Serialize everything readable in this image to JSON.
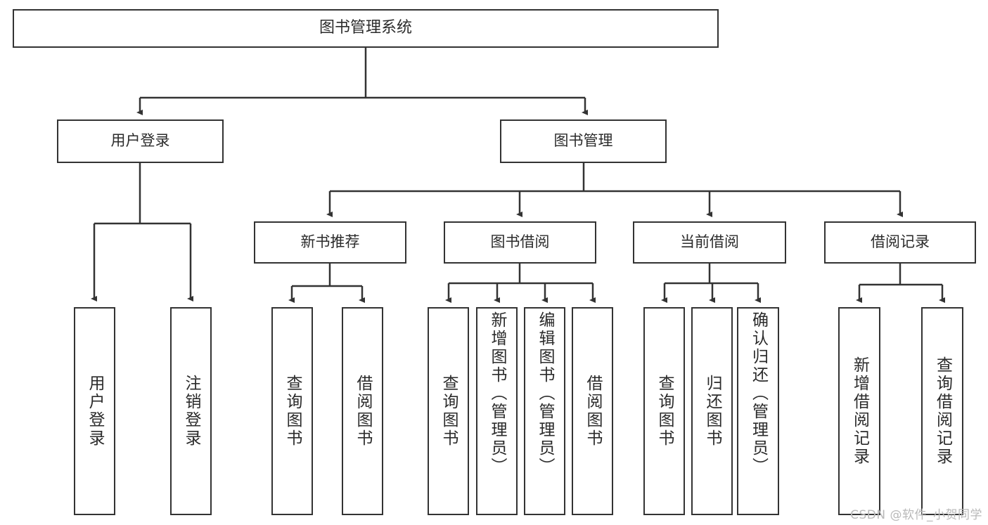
{
  "diagram": {
    "title": "图书管理系统",
    "type": "tree-hierarchy",
    "watermark": "CSDN @软件_小贺同学",
    "colors": {
      "stroke": "#333333",
      "fill": "#ffffff",
      "text": "#2b2b2b",
      "watermark": "#b9b9b9"
    },
    "nodes": {
      "root": {
        "label": "图书管理系统"
      },
      "level2": [
        {
          "label": "用户登录"
        },
        {
          "label": "图书管理"
        }
      ],
      "level3": [
        {
          "label": "新书推荐"
        },
        {
          "label": "图书借阅"
        },
        {
          "label": "当前借阅"
        },
        {
          "label": "借阅记录"
        }
      ],
      "leaves_user_login": [
        {
          "label": "用户登录"
        },
        {
          "label": "注销登录"
        }
      ],
      "leaves_new_book": [
        {
          "label": "查询图书"
        },
        {
          "label": "借阅图书"
        }
      ],
      "leaves_borrow": [
        {
          "label": "查询图书"
        },
        {
          "label": "新增图书（管理员）"
        },
        {
          "label": "编辑图书（管理员）"
        },
        {
          "label": "借阅图书"
        }
      ],
      "leaves_current": [
        {
          "label": "查询图书"
        },
        {
          "label": "归还图书"
        },
        {
          "label": "确认归还（管理员）"
        }
      ],
      "leaves_records": [
        {
          "label": "新增借阅记录"
        },
        {
          "label": "查询借阅记录"
        }
      ]
    }
  }
}
